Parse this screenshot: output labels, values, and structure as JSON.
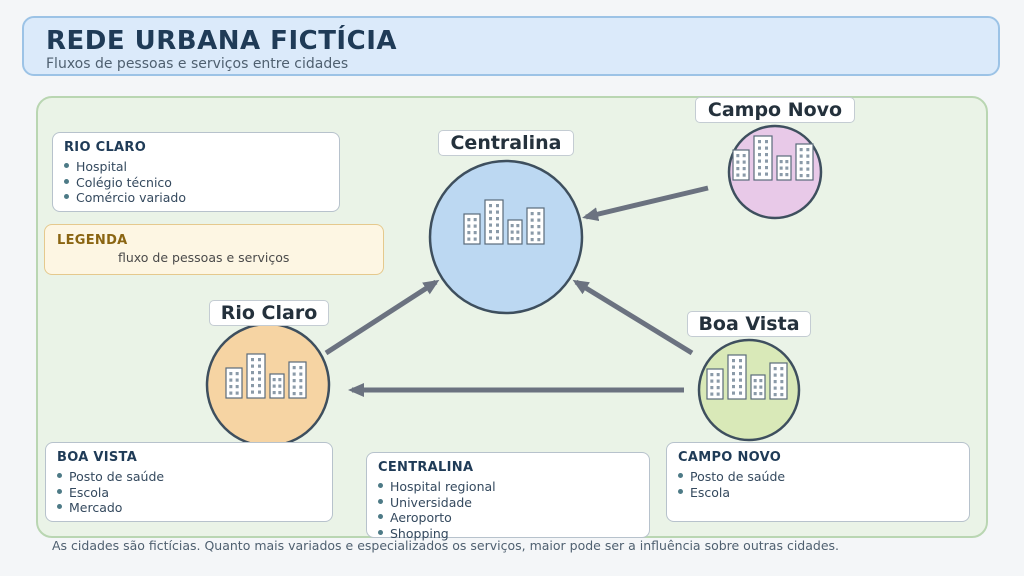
{
  "header": {
    "title": "REDE URBANA FICTÍCIA",
    "subtitle": "Fluxos de pessoas e serviços entre cidades"
  },
  "legend": {
    "title": "LEGENDA",
    "text": "fluxo de pessoas e serviços"
  },
  "cities": {
    "centralina": {
      "name": "Centralina",
      "color": "#bcd8f2"
    },
    "campo_novo": {
      "name": "Campo Novo",
      "color": "#e8c9e8"
    },
    "rio_claro": {
      "name": "Rio Claro",
      "color": "#f6d4a3"
    },
    "boa_vista": {
      "name": "Boa Vista",
      "color": "#d9e9b8"
    }
  },
  "infoboxes": {
    "rio_claro": {
      "title": "RIO CLARO",
      "items": [
        "Hospital",
        "Colégio técnico",
        "Comércio variado"
      ]
    },
    "boa_vista": {
      "title": "BOA VISTA",
      "items": [
        "Posto de saúde",
        "Escola",
        "Mercado"
      ]
    },
    "centralina": {
      "title": "CENTRALINA",
      "items": [
        "Hospital regional",
        "Universidade",
        "Aeroporto",
        "Shopping"
      ]
    },
    "campo_novo": {
      "title": "CAMPO NOVO",
      "items": [
        "Posto de saúde",
        "Escola"
      ]
    }
  },
  "footer": "As cidades são fictícias. Quanto mais variados e especializados os serviços, maior pode ser a influência sobre outras cidades.",
  "colors": {
    "arrow": "#6b7280",
    "building_stroke": "#5a6b7a"
  }
}
